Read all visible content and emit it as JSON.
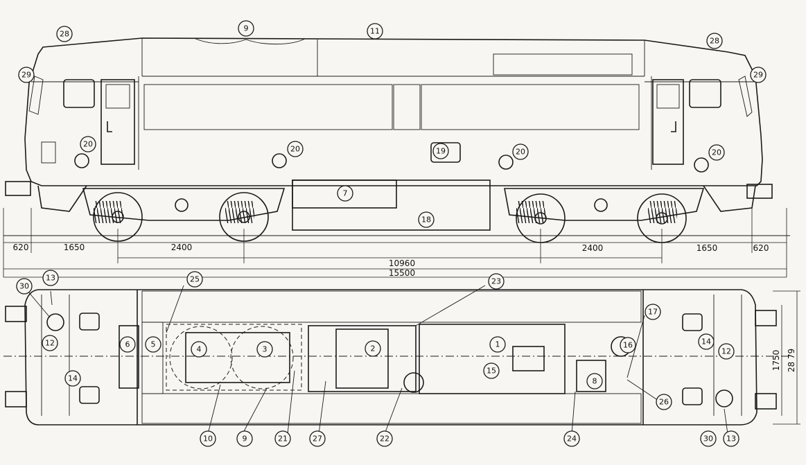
{
  "callouts": {
    "side": [
      {
        "n": "28"
      },
      {
        "n": "9"
      },
      {
        "n": "11"
      },
      {
        "n": "28"
      },
      {
        "n": "29"
      },
      {
        "n": "29"
      },
      {
        "n": "20"
      },
      {
        "n": "20"
      },
      {
        "n": "19"
      },
      {
        "n": "20"
      },
      {
        "n": "20"
      },
      {
        "n": "7"
      },
      {
        "n": "18"
      }
    ],
    "plan": [
      {
        "n": "30"
      },
      {
        "n": "13"
      },
      {
        "n": "12"
      },
      {
        "n": "14"
      },
      {
        "n": "25"
      },
      {
        "n": "6"
      },
      {
        "n": "5"
      },
      {
        "n": "4"
      },
      {
        "n": "3"
      },
      {
        "n": "2"
      },
      {
        "n": "1"
      },
      {
        "n": "23"
      },
      {
        "n": "15"
      },
      {
        "n": "17"
      },
      {
        "n": "16"
      },
      {
        "n": "8"
      },
      {
        "n": "26"
      },
      {
        "n": "14"
      },
      {
        "n": "12"
      },
      {
        "n": "10"
      },
      {
        "n": "9"
      },
      {
        "n": "21"
      },
      {
        "n": "27"
      },
      {
        "n": "22"
      },
      {
        "n": "24"
      },
      {
        "n": "30"
      },
      {
        "n": "13"
      }
    ]
  },
  "dimensions": {
    "d620_left": "620",
    "d1650_left": "1650",
    "d2400_left": "2400",
    "d2400_right": "2400",
    "d1650_right": "1650",
    "d620_right": "620",
    "d10960": "10960",
    "d15500": "15500",
    "d1750": "1750",
    "d2879": "28 79"
  }
}
